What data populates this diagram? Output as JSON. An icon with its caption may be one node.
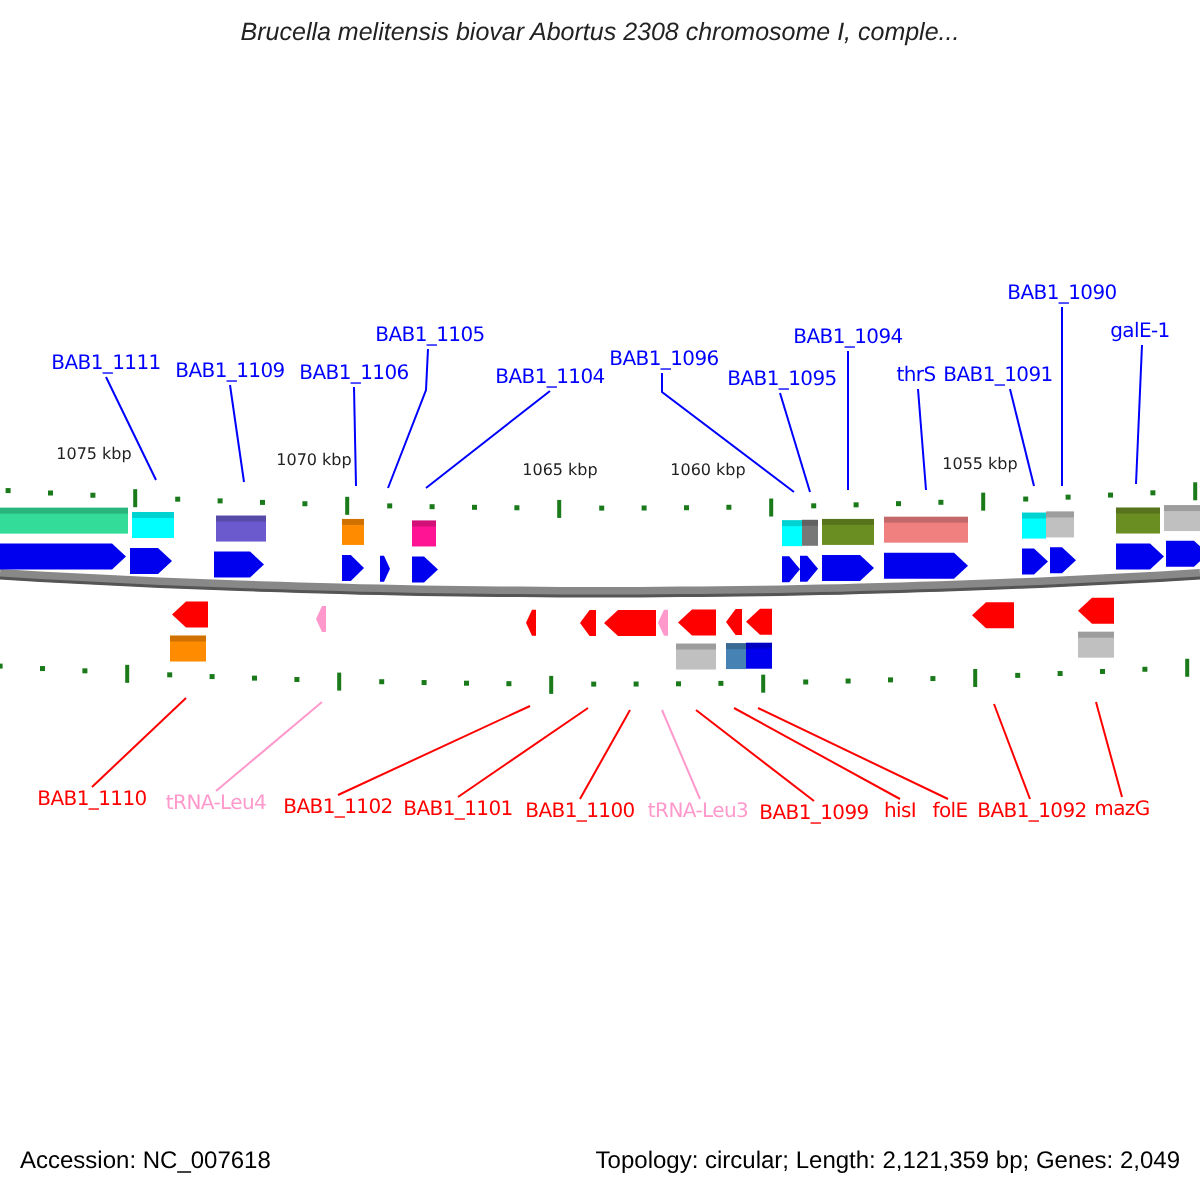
{
  "diagram": {
    "title": "Brucella melitensis biovar Abortus 2308 chromosome I, comple...",
    "nodes": [
      {
        "text": [
          "BAB1_1111"
        ]
      },
      {
        "text": [
          "BAB1_1109"
        ]
      },
      {
        "text": [
          "BAB1_1106"
        ]
      },
      {
        "text": [
          "BAB1_1105"
        ]
      },
      {
        "text": [
          "BAB1_1104"
        ]
      },
      {
        "text": [
          "BAB1_1096"
        ]
      },
      {
        "text": [
          "BAB1_1095"
        ]
      },
      {
        "text": [
          "BAB1_1094"
        ]
      },
      {
        "text": [
          "thrS"
        ]
      },
      {
        "text": [
          "BAB1_1091"
        ]
      },
      {
        "text": [
          "BAB1_1090"
        ]
      },
      {
        "text": [
          "galE-1"
        ]
      },
      {
        "text": [
          "BAB1_1110"
        ]
      },
      {
        "text": [
          "tRNA-Leu4"
        ]
      },
      {
        "text": [
          "BAB1_1102"
        ]
      },
      {
        "text": [
          "BAB1_1101"
        ]
      },
      {
        "text": [
          "BAB1_1100"
        ]
      },
      {
        "text": [
          "tRNA-Leu3"
        ]
      },
      {
        "text": [
          "BAB1_1099"
        ]
      },
      {
        "text": [
          "hisI"
        ]
      },
      {
        "text": [
          "folE"
        ]
      },
      {
        "text": [
          "BAB1_1092"
        ]
      },
      {
        "text": [
          "mazG"
        ]
      }
    ],
    "edges": [
      {
        "from": 0,
        "to": null,
        "arrow": "none"
      },
      {
        "from": 1,
        "to": null,
        "arrow": "none"
      },
      {
        "from": 2,
        "to": null,
        "arrow": "none"
      },
      {
        "from": 3,
        "to": null,
        "arrow": "none"
      },
      {
        "from": 4,
        "to": null,
        "arrow": "none"
      },
      {
        "from": 5,
        "to": null,
        "arrow": "none"
      },
      {
        "from": 6,
        "to": null,
        "arrow": "none"
      },
      {
        "from": 7,
        "to": null,
        "arrow": "none"
      },
      {
        "from": 8,
        "to": null,
        "arrow": "none"
      },
      {
        "from": 9,
        "to": null,
        "arrow": "none"
      },
      {
        "from": 10,
        "to": null,
        "arrow": "none"
      },
      {
        "from": 11,
        "to": null,
        "arrow": "none"
      },
      {
        "from": 12,
        "to": null,
        "arrow": "none",
        "color": "#ff0000"
      },
      {
        "from": 13,
        "to": null,
        "arrow": "none",
        "color": "#ff99cc"
      },
      {
        "from": 14,
        "to": null,
        "arrow": "none",
        "color": "#ff0000"
      },
      {
        "from": 15,
        "to": null,
        "arrow": "none",
        "color": "#ff0000"
      },
      {
        "from": 16,
        "to": null,
        "arrow": "none",
        "color": "#ff0000"
      },
      {
        "from": 17,
        "to": null,
        "arrow": "none",
        "color": "#ff99cc"
      },
      {
        "from": 18,
        "to": null,
        "arrow": "none",
        "color": "#ff0000"
      },
      {
        "from": 19,
        "to": null,
        "arrow": "none",
        "color": "#ff0000"
      },
      {
        "from": 20,
        "to": null,
        "arrow": "none",
        "color": "#ff0000"
      },
      {
        "from": 21,
        "to": null,
        "arrow": "none",
        "color": "#ff0000"
      },
      {
        "from": 22,
        "to": null,
        "arrow": "none",
        "color": "#ff0000"
      }
    ],
    "labels": [
      "1075 kbp",
      "1070 kbp",
      "1065 kbp",
      "1060 kbp",
      "1055 kbp",
      "Accession: NC_007618",
      "Topology: circular; Length: 2,121,359 bp; Genes: 2,049"
    ]
  }
}
